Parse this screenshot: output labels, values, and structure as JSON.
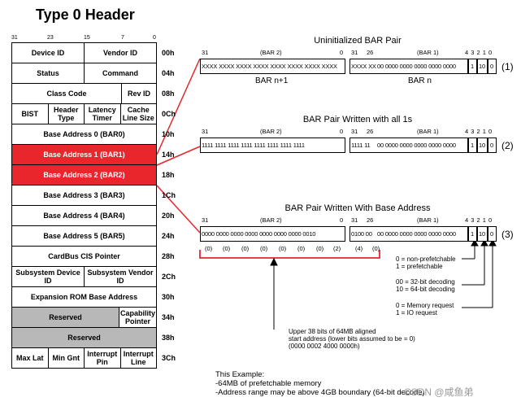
{
  "title": "Type 0 Header",
  "bit_numbers": [
    "31",
    "23",
    "15",
    "7",
    "0"
  ],
  "rows": [
    {
      "cells": [
        "Device ID",
        "Vendor ID"
      ],
      "offset": "00h",
      "style": "normal"
    },
    {
      "cells": [
        "Status",
        "Command"
      ],
      "offset": "04h",
      "style": "normal"
    },
    {
      "cells": [
        "Class Code",
        "Rev ID"
      ],
      "offset": "08h",
      "style": "normal"
    },
    {
      "cells": [
        "BIST",
        "Header Type",
        "Latency Timer",
        "Cache Line Size"
      ],
      "offset": "0Ch",
      "style": "normal"
    },
    {
      "cells": [
        "Base Address 0 (BAR0)"
      ],
      "offset": "10h",
      "style": "normal"
    },
    {
      "cells": [
        "Base Address 1 (BAR1)"
      ],
      "offset": "14h",
      "style": "red"
    },
    {
      "cells": [
        "Base Address 2 (BAR2)"
      ],
      "offset": "18h",
      "style": "red"
    },
    {
      "cells": [
        "Base Address 3 (BAR3)"
      ],
      "offset": "1Ch",
      "style": "normal"
    },
    {
      "cells": [
        "Base Address 4 (BAR4)"
      ],
      "offset": "20h",
      "style": "normal"
    },
    {
      "cells": [
        "Base Address 5 (BAR5)"
      ],
      "offset": "24h",
      "style": "normal"
    },
    {
      "cells": [
        "CardBus CIS Pointer"
      ],
      "offset": "28h",
      "style": "normal"
    },
    {
      "cells": [
        "Subsystem Device ID",
        "Subsystem Vendor ID"
      ],
      "offset": "2Ch",
      "style": "normal"
    },
    {
      "cells": [
        "Expansion ROM Base Address"
      ],
      "offset": "30h",
      "style": "normal"
    },
    {
      "cells": [
        "Reserved",
        "Capability Pointer"
      ],
      "offset": "34h",
      "style": "gray"
    },
    {
      "cells": [
        "Reserved"
      ],
      "offset": "38h",
      "style": "gray"
    },
    {
      "cells": [
        "Max Lat",
        "Min Gnt",
        "Interrupt Pin",
        "Interrupt Line"
      ],
      "offset": "3Ch",
      "style": "normal"
    }
  ],
  "sections": [
    {
      "title": "Uninitialized BAR Pair",
      "bar2": {
        "left": "31",
        "label": "(BAR 2)",
        "right": "0",
        "bits": "XXXX XXXX XXXX XXXX XXXX XXXX XXXX XXXX"
      },
      "bar1": {
        "left": "31",
        "mid": "26",
        "label": "(BAR 1)",
        "right": "4 3 2 1 0",
        "high": "XXXX XX",
        "bits": "00 0000 0000 0000 0000 0000",
        "b3": "1",
        "b21": "10",
        "b0": "0"
      },
      "num": "(1)",
      "below_left": "BAR n+1",
      "below_right": "BAR n"
    },
    {
      "title": "BAR Pair Written with all 1s",
      "bar2": {
        "left": "31",
        "label": "(BAR 2)",
        "right": "0",
        "bits": "1111 1111 1111 1111 1111 1111 1111 1111"
      },
      "bar1": {
        "left": "31",
        "mid": "26",
        "label": "(BAR 1)",
        "right": "4 3 2 1 0",
        "high": "1111 11",
        "bits": "00 0000 0000 0000 0000 0000",
        "b3": "1",
        "b21": "10",
        "b0": "0"
      },
      "num": "(2)"
    },
    {
      "title": "BAR Pair Written With Base Address",
      "bar2": {
        "left": "31",
        "label": "(BAR 2)",
        "right": "0",
        "bits": "0000 0000 0000 0000 0000 0000 0000 0010"
      },
      "bar1": {
        "left": "31",
        "mid": "26",
        "label": "(BAR 1)",
        "right": "4 3 2 1 0",
        "high": "0100 00",
        "bits": "00 0000 0000 0000 0000 0000",
        "b3": "1",
        "b21": "10",
        "b0": "0"
      },
      "num": "(3)",
      "nibbles": [
        "(0)",
        "(0)",
        "(0)",
        "(0)",
        "(0)",
        "(0)",
        "(0)",
        "(2)",
        "(4)",
        "(0)"
      ]
    }
  ],
  "legends": {
    "prefetch": [
      "0 = non-prefetchable",
      "1 = prefetchable"
    ],
    "decoding": [
      "00 = 32-bit decoding",
      "10 = 64-bit decoding"
    ],
    "request": [
      "0 = Memory request",
      "1 = IO request"
    ]
  },
  "upper_note": [
    "Upper 38 bits of 64MB aligned",
    "start address (lower bits assumed to be = 0)",
    "(0000 0002 4000 0000h)"
  ],
  "example": [
    "This Example:",
    "-64MB of prefetchable memory",
    "-Address range may be above 4GB boundary (64-bit decode)"
  ],
  "watermark": "CSDN @咸鱼弟",
  "colors": {
    "highlight": "#e8262b",
    "reserved": "#b8b8b8"
  }
}
